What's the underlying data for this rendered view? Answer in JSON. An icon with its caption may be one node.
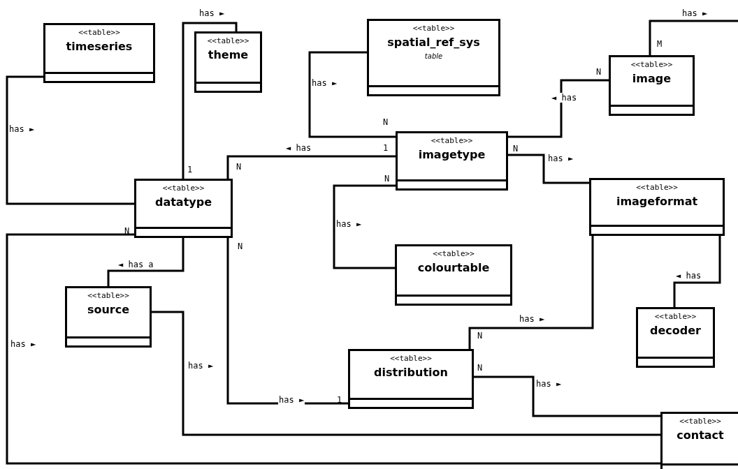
{
  "diagram": {
    "nodes": [
      {
        "text": [
          "<<table>>",
          "timeseries"
        ]
      },
      {
        "text": [
          "<<table>>",
          "theme"
        ]
      },
      {
        "text": [
          "<<table>>",
          "spatial_ref_sys",
          "table"
        ]
      },
      {
        "text": [
          "<<table>>",
          "image"
        ]
      },
      {
        "text": [
          "<<table>>",
          "imagetype"
        ]
      },
      {
        "text": [
          "<<table>>",
          "datatype"
        ]
      },
      {
        "text": [
          "<<table>>",
          "imageformat"
        ]
      },
      {
        "text": [
          "<<table>>",
          "colourtable"
        ]
      },
      {
        "text": [
          "<<table>>",
          "source"
        ]
      },
      {
        "text": [
          "<<table>>",
          "decoder"
        ]
      },
      {
        "text": [
          "<<table>>",
          "distribution"
        ]
      },
      {
        "text": [
          "<<table>>",
          "contact"
        ]
      }
    ],
    "edges": [
      {
        "from": 0,
        "to": 5,
        "arrow": "none",
        "label": "has ►"
      },
      {
        "from": 5,
        "to": 1,
        "arrow": "none",
        "label": "has ►"
      },
      {
        "from": 2,
        "to": 4,
        "arrow": "none",
        "label": "has ►"
      },
      {
        "from": 4,
        "to": 3,
        "arrow": "none",
        "label": "◄ has"
      },
      {
        "from": 3,
        "to": null,
        "arrow": "none",
        "label": "has ►"
      },
      {
        "from": 5,
        "to": 4,
        "arrow": "none",
        "label": "◄ has"
      },
      {
        "from": 4,
        "to": 6,
        "arrow": "none",
        "label": "has ►"
      },
      {
        "from": 4,
        "to": 7,
        "arrow": "none",
        "label": "has ►"
      },
      {
        "from": 5,
        "to": 10,
        "arrow": "none",
        "label": "has ►"
      },
      {
        "from": 5,
        "to": 11,
        "arrow": "none",
        "label": "has ►"
      },
      {
        "from": 5,
        "to": 8,
        "arrow": "none",
        "label": "◄ has a"
      },
      {
        "from": 8,
        "to": 11,
        "arrow": "none",
        "label": "has ►"
      },
      {
        "from": 10,
        "to": 6,
        "arrow": "none",
        "label": "has ►"
      },
      {
        "from": 10,
        "to": 11,
        "arrow": "none",
        "label": "has ►"
      },
      {
        "from": 6,
        "to": 9,
        "arrow": "none",
        "label": "◄ has"
      }
    ],
    "labels": [
      "M",
      "N",
      "N",
      "1",
      "N",
      "N",
      "1",
      "N",
      "N",
      "N",
      "N",
      "N",
      "1"
    ]
  }
}
